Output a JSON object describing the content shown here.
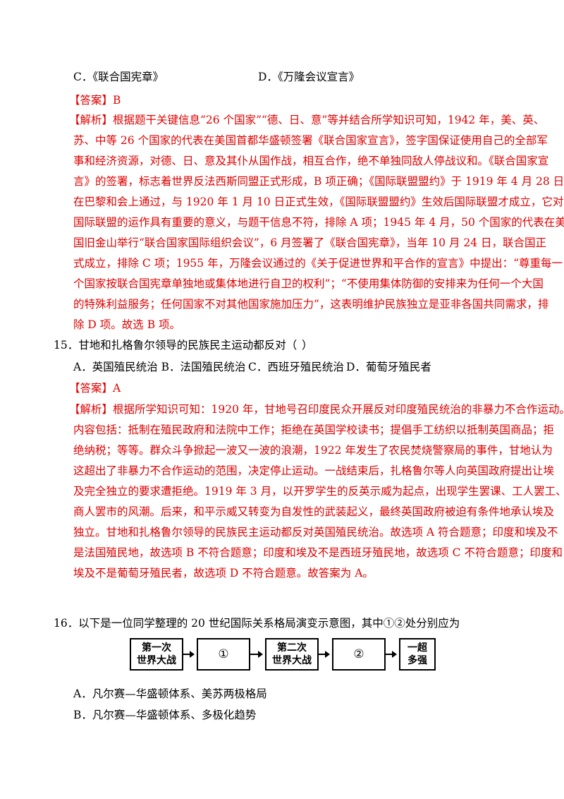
{
  "q14": {
    "opt_c": "C．《联合国宪章》",
    "opt_d": "D．《万隆会议宣言》",
    "answer": "【答案】B",
    "analysis": [
      "【解析】根据题干关键信息“26 个国家”“德、日、意”等并结合所学知识可知，1942 年，美、英、",
      "苏、中等 26 个国家的代表在美国首都华盛顿签署《联合国家宣言》，签字国保证使用自己的全部军",
      "事和经济资源，对德、日、意及其仆从国作战，相互合作，绝不单独同敌人停战议和。《联合国家宣",
      "言》的签署，标志着世界反法西斯同盟正式形成，B 项正确；《国际联盟盟约》于 1919 年 4 月 28 日",
      "在巴黎和会上通过，与 1920 年 1 月 10 日正式生效，《国际联盟盟约》生效后国际联盟才成立，它对",
      "国际联盟的运作具有重要的意义，与题干信息不符，排除 A 项；1945 年 4 月，50 个国家的代表在美",
      "国旧金山举行“联合国家国际组织会议”，6 月签署了《联合国宪章》，当年 10 月 24 日，联合国正",
      "式成立，排除 C 项；1955 年，万隆会议通过的《关于促进世界和平合作的宣言》中提出：“尊重每一",
      "个国家按联合国宪章单独地或集体地进行自卫的权利”；“不使用集体防御的安排来为任何一个大国",
      "的特殊利益服务；任何国家不对其他国家施加压力”，这表明维护民族独立是亚非各国共同需求，排",
      "除 D 项。故选 B 项。"
    ]
  },
  "q15": {
    "stem": "15．甘地和扎格鲁尔领导的民族民主运动都反对（",
    "stem_close": "）",
    "opt_ab": "A．英国殖民统治 B．法国殖民统治",
    "opt_c": "C．西班牙殖民统治",
    "opt_d": "D．葡萄牙殖民者",
    "answer": "【答案】A",
    "analysis": [
      "【解析】根据所学知识可知：1920 年，甘地号召印度民众开展反对印度殖民统治的非暴力不合作运动。",
      "内容包括：抵制在殖民政府和法院中工作；拒绝在英国学校读书；提倡手工纺织以抵制英国商品；拒",
      "绝纳税；等等。群众斗争掀起一波又一波的浪潮，1922  年发生了农民焚烧警察局的事件，甘地认为",
      "这超出了非暴力不合作运动的范围，决定停止运动。一战结束后，扎格鲁尔等人向英国政府提出让埃",
      "及完全独立的要求遭拒绝。1919 年 3 月，以开罗学生的反英示威为起点，出现学生罢课、工人罢工、",
      "商人罢市的风潮。后来，和平示威又转变为自发性的武装起义，最终英国政府被迫有条件地承认埃及",
      "独立。甘地和扎格鲁尔领导的民族民主运动都反对英国殖民统治。故选项 A 符合题意；印度和埃及不",
      "是法国殖民地，故选项 B 不符合题意；印度和埃及不是西班牙殖民地，故选项 C 不符合题意；印度和",
      "埃及不是葡萄牙殖民者，故选项 D 不符合题意。故答案为 A。"
    ]
  },
  "q16": {
    "stem": "16．以下是一位同学整理的 20 世纪国际关系格局演变示意图，其中①②处分别应为",
    "boxes": [
      {
        "line1": "第一次",
        "line2": "世界大战"
      },
      {
        "line1": "①",
        "line2": ""
      },
      {
        "line1": "第二次",
        "line2": "世界大战"
      },
      {
        "line1": "②",
        "line2": ""
      },
      {
        "line1": "一超",
        "line2": "多强"
      }
    ],
    "opt_a": "A．凡尔赛—华盛顿体系、美苏两极格局",
    "opt_b": "B．凡尔赛—华盛顿体系、多极化趋势"
  }
}
